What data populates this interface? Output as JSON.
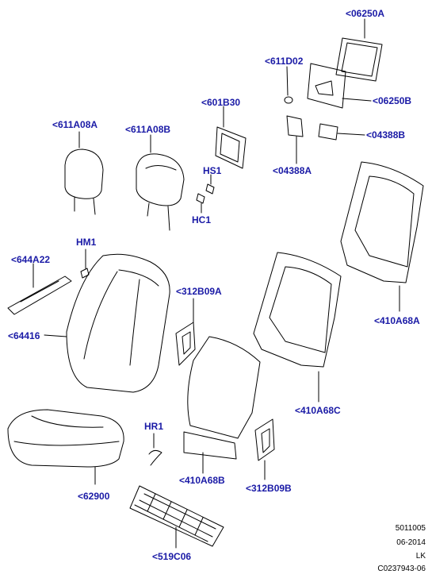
{
  "diagram": {
    "callouts": {
      "c06250A": "<06250A",
      "c611D02": "<611D02",
      "c06250B": "<06250B",
      "c601B30": "<601B30",
      "c611A08A": "<611A08A",
      "c611A08B": "<611A08B",
      "c04388B": "<04388B",
      "c04388A": "<04388A",
      "cHS1": "HS1",
      "cHC1": "HC1",
      "cHM1": "HM1",
      "c644A22": "<644A22",
      "c64416": "<64416",
      "c312B09A": "<312B09A",
      "c410A68A": "<410A68A",
      "c410A68C": "<410A68C",
      "cHR1": "HR1",
      "c62900": "<62900",
      "c410A68B": "<410A68B",
      "c312B09B": "<312B09B",
      "c519C06": "<519C06"
    },
    "footer": {
      "code": "5011005",
      "date": "06-2014",
      "region": "LK",
      "ref": "C0237943-06"
    },
    "colors": {
      "callout": "#1a1aa6",
      "line": "#000000"
    }
  }
}
